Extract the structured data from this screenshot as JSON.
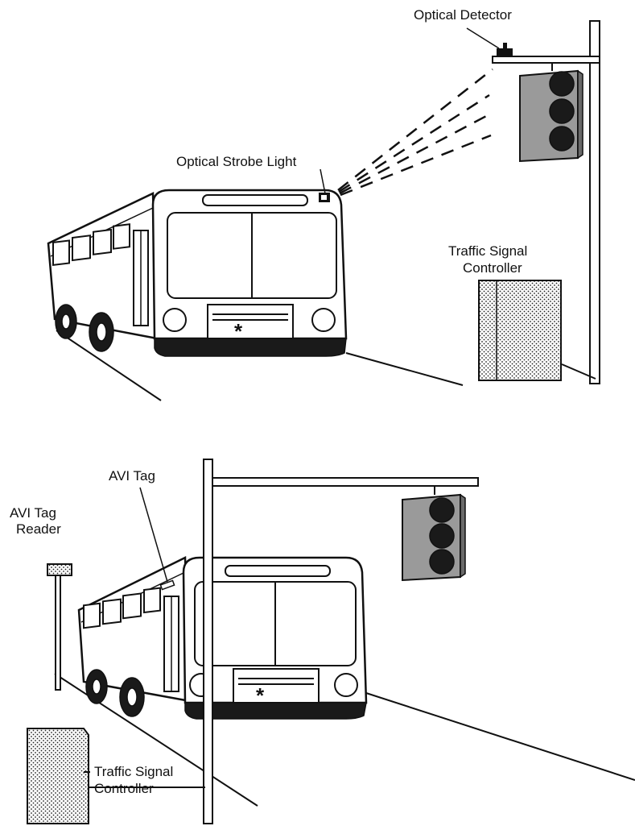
{
  "top_scene": {
    "labels": {
      "optical_detector": "Optical Detector",
      "optical_strobe_light": "Optical Strobe Light",
      "controller_line1": "Traffic Signal",
      "controller_line2": "Controller"
    }
  },
  "bottom_scene": {
    "labels": {
      "avi_tag": "AVI Tag",
      "reader_line1": "AVI Tag",
      "reader_line2": "Reader",
      "controller_line1": "Traffic Signal",
      "controller_line2": "Controller"
    }
  },
  "bus_emblem": "*",
  "colors": {
    "ink": "#111111",
    "signal_housing": "#9a9a9a",
    "signal_lamp": "#1a1a1a"
  }
}
